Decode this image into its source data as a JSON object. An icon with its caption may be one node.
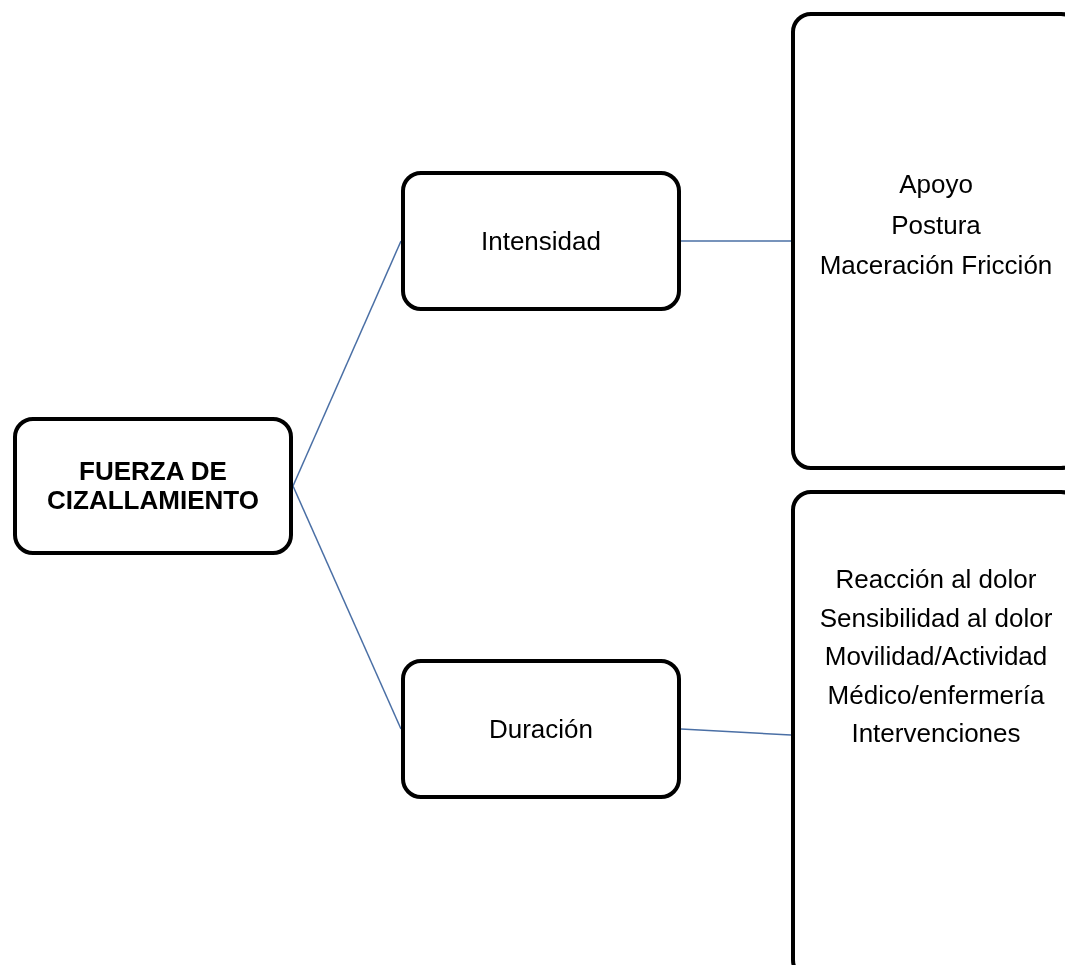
{
  "diagram": {
    "nodes": [
      {
        "text": [
          "FUERZA DE CIZALLAMIENTO"
        ]
      },
      {
        "text": [
          "Intensidad"
        ]
      },
      {
        "text": [
          "Duración"
        ]
      },
      {
        "text": [
          "Apoyo",
          "Postura",
          "Maceración Fricción"
        ]
      },
      {
        "text": [
          "Reacción al dolor",
          "Sensibilidad al dolor",
          "Movilidad/Actividad",
          "Médico/enfermería",
          "Intervenciones"
        ]
      }
    ],
    "edges": [
      {
        "from": 0,
        "to": 1,
        "arrow": "none"
      },
      {
        "from": 0,
        "to": 2,
        "arrow": "none"
      },
      {
        "from": 1,
        "to": 3,
        "arrow": "none"
      },
      {
        "from": 2,
        "to": 4,
        "arrow": "none"
      }
    ]
  }
}
